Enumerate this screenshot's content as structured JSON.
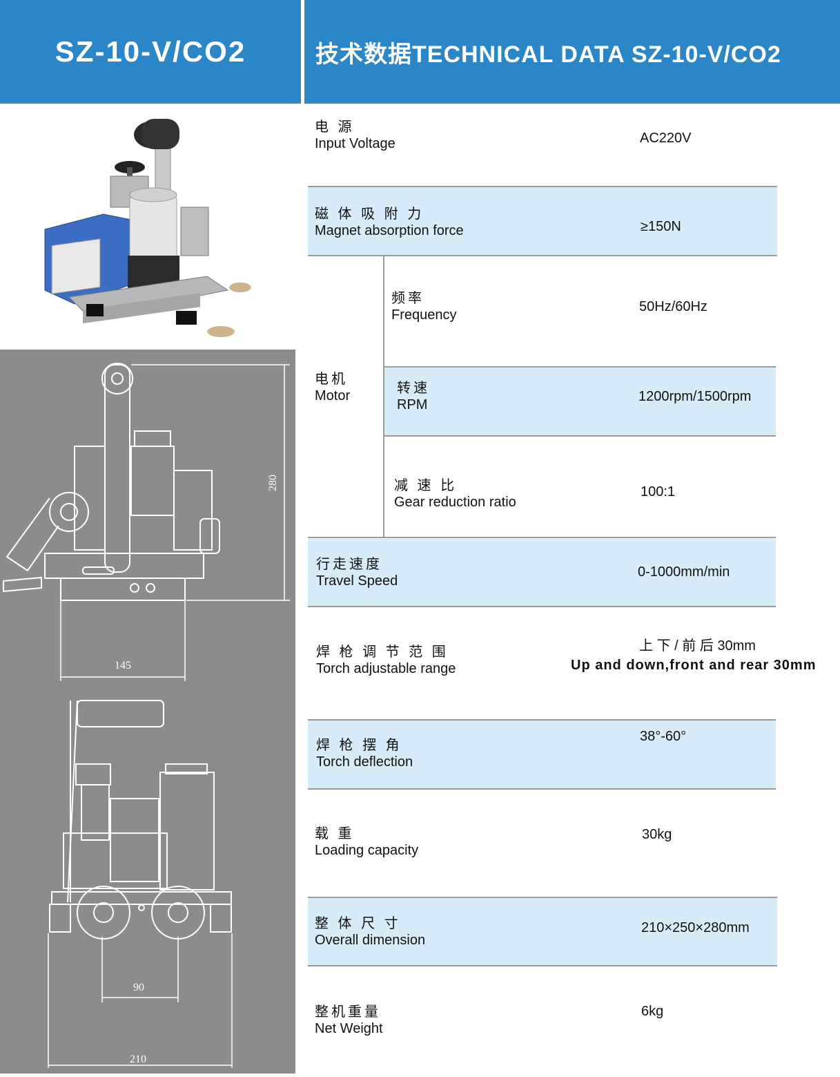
{
  "header": {
    "model": "SZ-10-V/CO2",
    "title": "技术数据TECHNICAL DATA SZ-10-V/CO2"
  },
  "drawing": {
    "height_dim": "280",
    "width_dim_top": "145",
    "width_dim_inner": "90",
    "width_dim_bottom": "210"
  },
  "specs": {
    "input_voltage": {
      "cn": "电 源",
      "en": "Input Voltage",
      "value": "AC220V"
    },
    "magnet_force": {
      "cn": "磁 体 吸 附 力",
      "en": "Magnet absorption force",
      "value": "≥150N"
    },
    "motor": {
      "cn": "电机",
      "en": "Motor"
    },
    "frequency": {
      "cn": "频率",
      "en": "Frequency",
      "value": "50Hz/60Hz"
    },
    "rpm": {
      "cn": "转速",
      "en": "RPM",
      "value": "1200rpm/1500rpm"
    },
    "gear_ratio": {
      "cn": "减 速 比",
      "en": "Gear reduction ratio",
      "value": "100:1"
    },
    "travel_speed": {
      "cn": "行走速度",
      "en": "Travel Speed",
      "value": "0-1000mm/min"
    },
    "torch_range": {
      "cn": "焊 枪 调 节 范 围",
      "en": "Torch adjustable range",
      "value_cn": "上 下 / 前 后 30mm",
      "value_en": "Up and down,front and rear 30mm"
    },
    "torch_deflection": {
      "cn": "焊 枪 摆 角",
      "en": "Torch deflection",
      "value": "38°-60°"
    },
    "loading": {
      "cn": "载 重",
      "en": "Loading capacity",
      "value": "30kg"
    },
    "dimension": {
      "cn": "整 体 尺 寸",
      "en": "Overall dimension",
      "value": "210×250×280mm"
    },
    "weight": {
      "cn": "整机重量",
      "en": "Net Weight",
      "value": "6kg"
    }
  }
}
